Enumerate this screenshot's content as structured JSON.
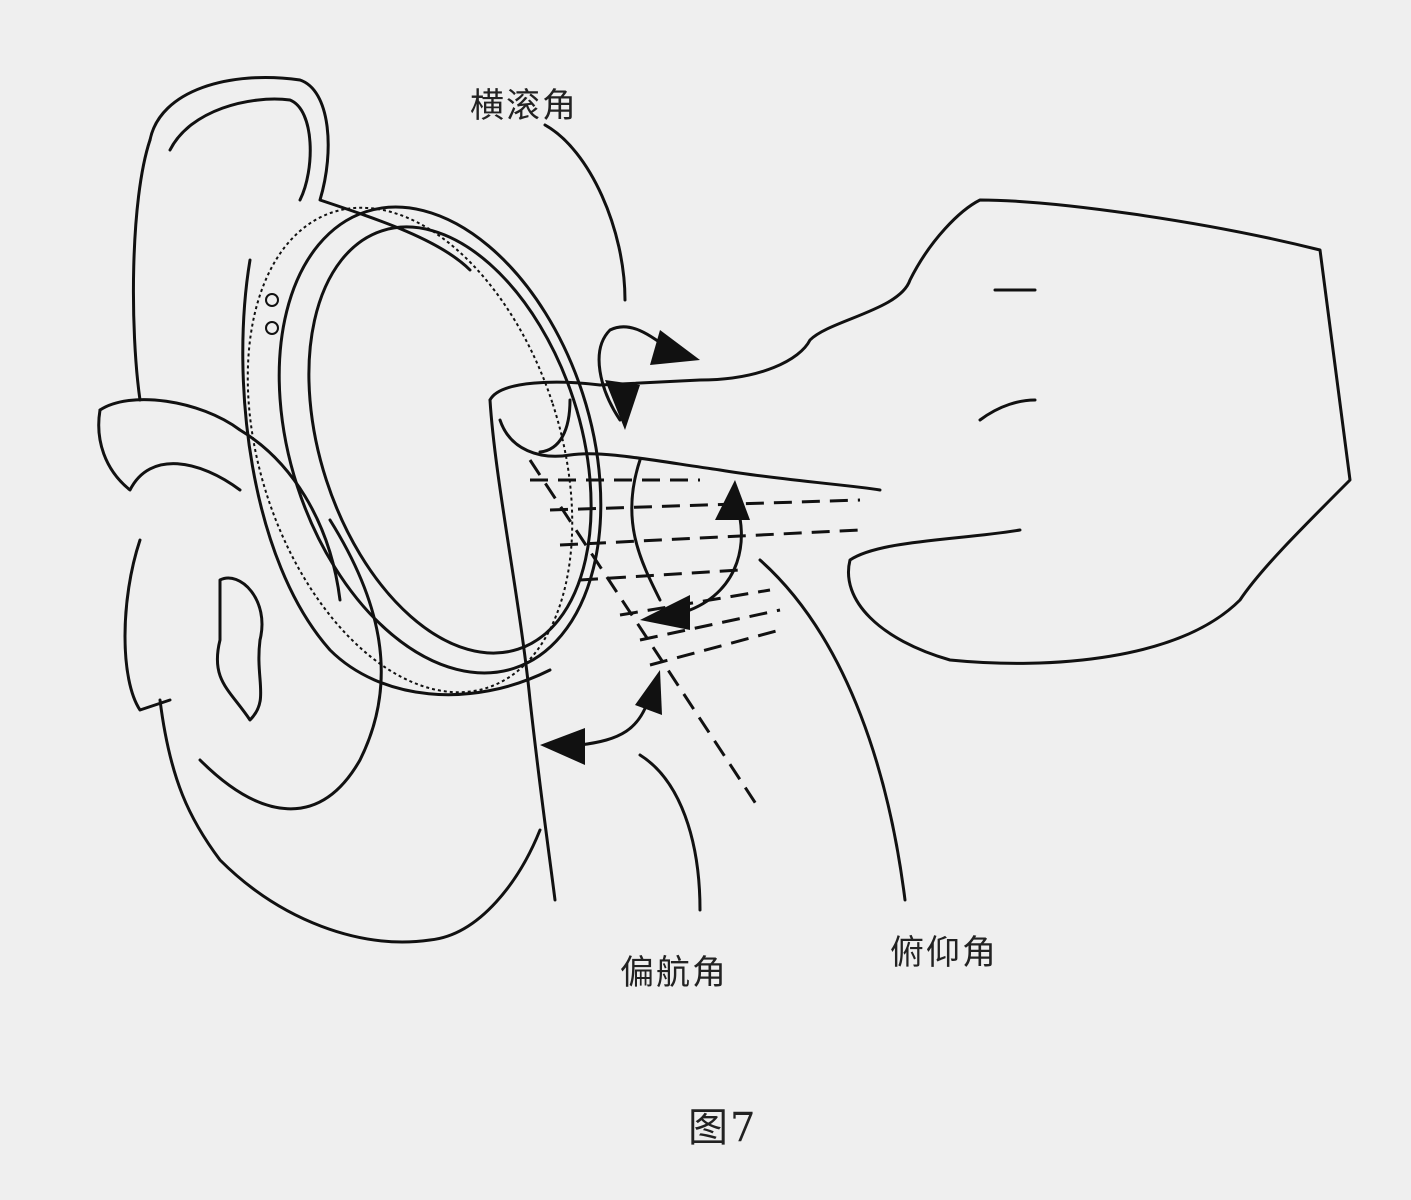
{
  "figure": {
    "caption": "图7",
    "labels": {
      "roll": "横滚角",
      "yaw": "偏航角",
      "pitch": "俯仰角"
    }
  }
}
